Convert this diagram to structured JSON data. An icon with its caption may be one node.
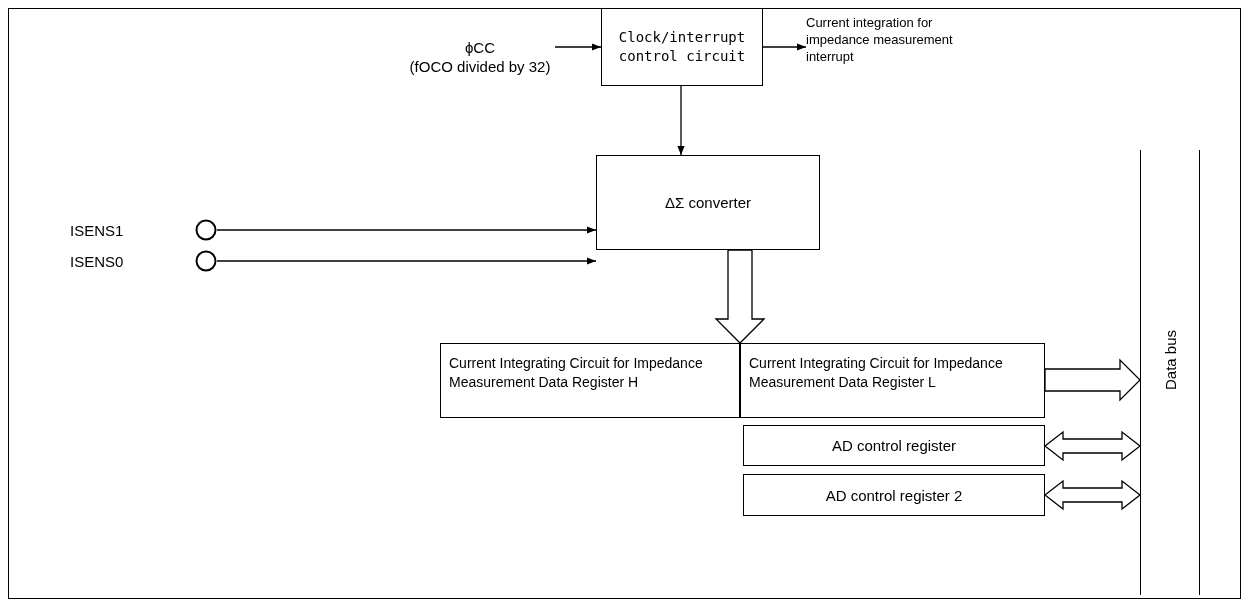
{
  "diagram": {
    "nodes": [
      {
        "text": [
          "ϕCC",
          "(fOCO divided by 32)"
        ]
      },
      {
        "text": [
          "Clock/interrupt control circuit"
        ]
      },
      {
        "text": [
          "Current integration for impedance measurement interrupt"
        ]
      },
      {
        "text": [
          "ISENS1"
        ]
      },
      {
        "text": [
          "ISENS0"
        ]
      },
      {
        "text": [
          "ΔΣ converter"
        ]
      },
      {
        "text": [
          "Current Integrating Circuit for Impedance Measurement Data Register H"
        ]
      },
      {
        "text": [
          "Current Integrating Circuit for Impedance Measurement Data Register L"
        ]
      },
      {
        "text": [
          "AD control register"
        ]
      },
      {
        "text": [
          "AD control register 2"
        ]
      },
      {
        "text": [
          "Data bus"
        ]
      }
    ],
    "edges": [
      {
        "from": 0,
        "to": 1,
        "arrow": "to"
      },
      {
        "from": 1,
        "to": 2,
        "arrow": "to"
      },
      {
        "from": 1,
        "to": 5,
        "arrow": "to"
      },
      {
        "from": 3,
        "to": 5,
        "arrow": "to"
      },
      {
        "from": 4,
        "to": 5,
        "arrow": "to"
      },
      {
        "from": 5,
        "to": 6,
        "arrow": "to",
        "style": "thick"
      },
      {
        "from": 5,
        "to": 7,
        "arrow": "to",
        "style": "thick"
      },
      {
        "from": 7,
        "to": 10,
        "arrow": "to",
        "style": "thick"
      },
      {
        "from": 8,
        "to": 10,
        "arrow": "both",
        "style": "thick"
      },
      {
        "from": 9,
        "to": 10,
        "arrow": "both",
        "style": "thick"
      }
    ]
  }
}
